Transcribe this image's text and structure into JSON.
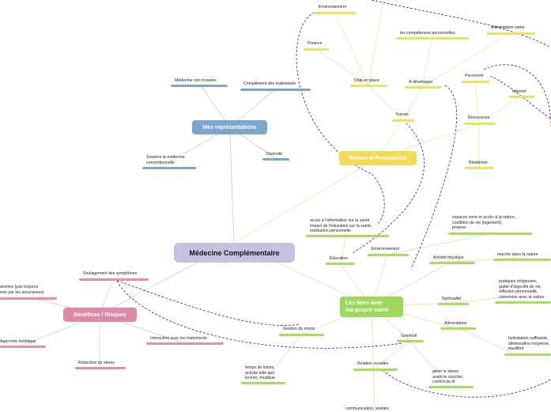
{
  "central": {
    "label": "Médecine Complémentaire"
  },
  "branches": {
    "representations": {
      "label": "Mes représentations",
      "leaves": [
        "Médecine non invasive",
        "Complément des traitements",
        "Soutenir la médecine\nconventionnelle",
        "Diversité"
      ]
    },
    "forces": {
      "label": "Forces et Ressources",
      "leaves": [
        "Environnement",
        "Finance",
        "Déjà en place",
        "les compétences personnelles",
        "Alimentation saine",
        "À développer",
        "Personnel",
        "Internet",
        "Ressources",
        "Forces",
        "Résilience"
      ]
    },
    "liens": {
      "label": "Les liens avec\nma propre santé",
      "leaves": [
        "accès à l'information sur la santé,\nimpact de l'éducation sur la santé,\nréalisation personnelle",
        "espaces verts et accès à la nature,\ncondition de vie (logement),\npropres",
        "Environnement",
        "Éducation",
        "Activité physique",
        "marche dans la nature",
        "pratiques religieuses,\nquête d'objectifs de vie,\nréflexion personnelle,\nconnexion avec la nature",
        "Spiritualité",
        "Alimentation",
        "hydratation suffisante,\nalimentation moyenne,\néquilibré",
        "Gestion du stress",
        "Sommeil",
        "temps de loisirs,\nactivité telle que\nlecture, musique",
        "Relation sociales",
        "gérer le stress\navant le coucher,\nconfort du lit",
        "communication, soutien,"
      ]
    },
    "benefices": {
      "label": "Bénéfices / Risques",
      "leaves": [
        "Soulagement des symptômes",
        "ancière (pas toujours\nmer par les assurances)",
        "Approche holistique",
        "Interaction avec les traitements",
        "Réduction du stress"
      ]
    }
  },
  "colors": {
    "blue": "#7ba7cf",
    "yellow": "#f2db55",
    "green": "#9dd85c",
    "pink": "#dc8aa8",
    "purple": "#c8c0e0",
    "dashed_link": "#6a2c8a"
  }
}
